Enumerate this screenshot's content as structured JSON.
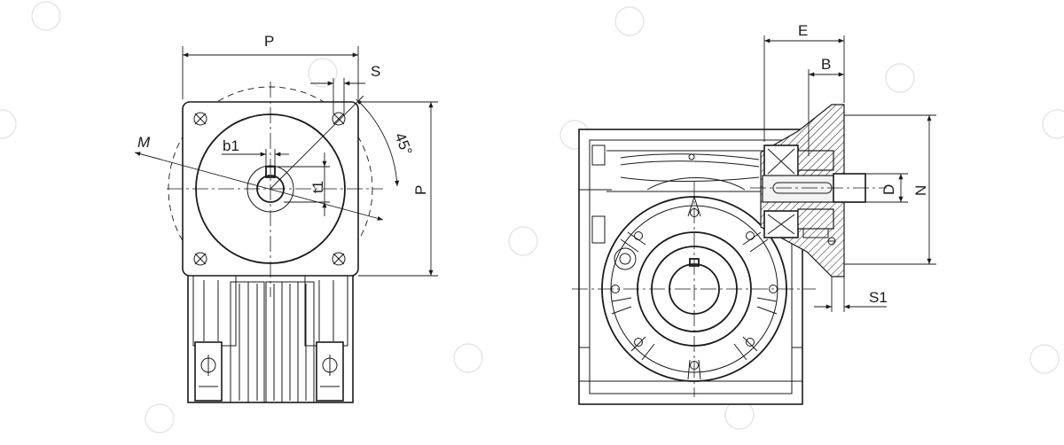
{
  "labels": {
    "p_top": "P",
    "s": "S",
    "m": "M",
    "b1": "b1",
    "t1": "t1",
    "p_side": "P",
    "angle": "45°",
    "e": "E",
    "b": "B",
    "d": "D",
    "n": "N",
    "s1": "S1"
  }
}
